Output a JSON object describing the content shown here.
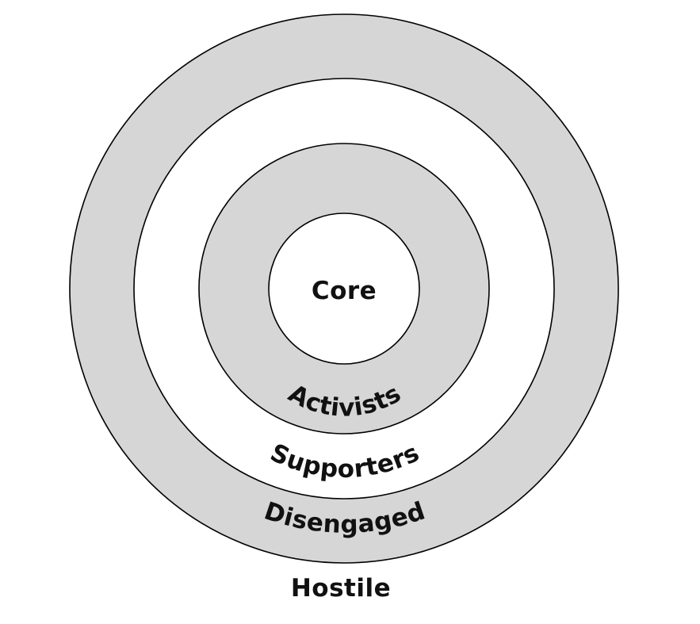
{
  "diagram": {
    "colors": {
      "shaded": "#d6d6d6",
      "plain": "#ffffff",
      "stroke": "#000000",
      "text": "#111111"
    },
    "rings": [
      {
        "id": "disengaged",
        "fill": "shaded"
      },
      {
        "id": "supporters",
        "fill": "plain"
      },
      {
        "id": "activists",
        "fill": "shaded"
      },
      {
        "id": "core",
        "fill": "plain"
      }
    ],
    "labels": {
      "core": "Core",
      "activists": "Activists",
      "supporters": "Supporters",
      "disengaged": "Disengaged",
      "hostile": "Hostile"
    }
  }
}
